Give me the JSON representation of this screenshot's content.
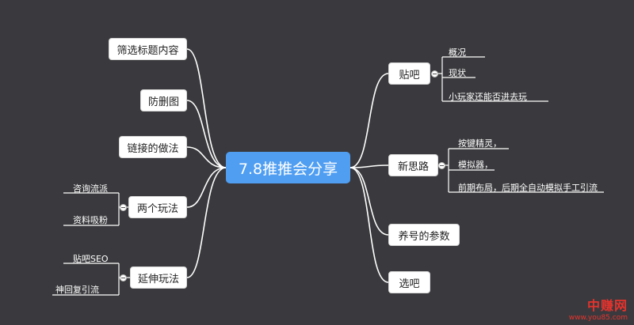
{
  "center": {
    "label": "7.8推推会分享",
    "color": "#4f9ef2"
  },
  "branches_right": [
    {
      "label": "贴吧",
      "children": [
        "概况",
        "现状",
        "小玩家还能否进去玩"
      ]
    },
    {
      "label": "新思路",
      "children": [
        "按键精灵，",
        "模拟器，",
        "前期布局，后期全自动模拟手工引流"
      ]
    },
    {
      "label": "养号的参数",
      "children": []
    },
    {
      "label": "选吧",
      "children": []
    }
  ],
  "branches_left": [
    {
      "label": "筛选标题内容",
      "children": []
    },
    {
      "label": "防删图",
      "children": []
    },
    {
      "label": "链接的做法",
      "children": []
    },
    {
      "label": "两个玩法",
      "children": [
        "咨询流派",
        "资料吸粉"
      ]
    },
    {
      "label": "延伸玩法",
      "children": [
        "贴吧SEO",
        "神回复引流"
      ]
    }
  ],
  "watermark": {
    "name": "中赚网",
    "url": "www.you85.com",
    "color": "#e8322c"
  }
}
